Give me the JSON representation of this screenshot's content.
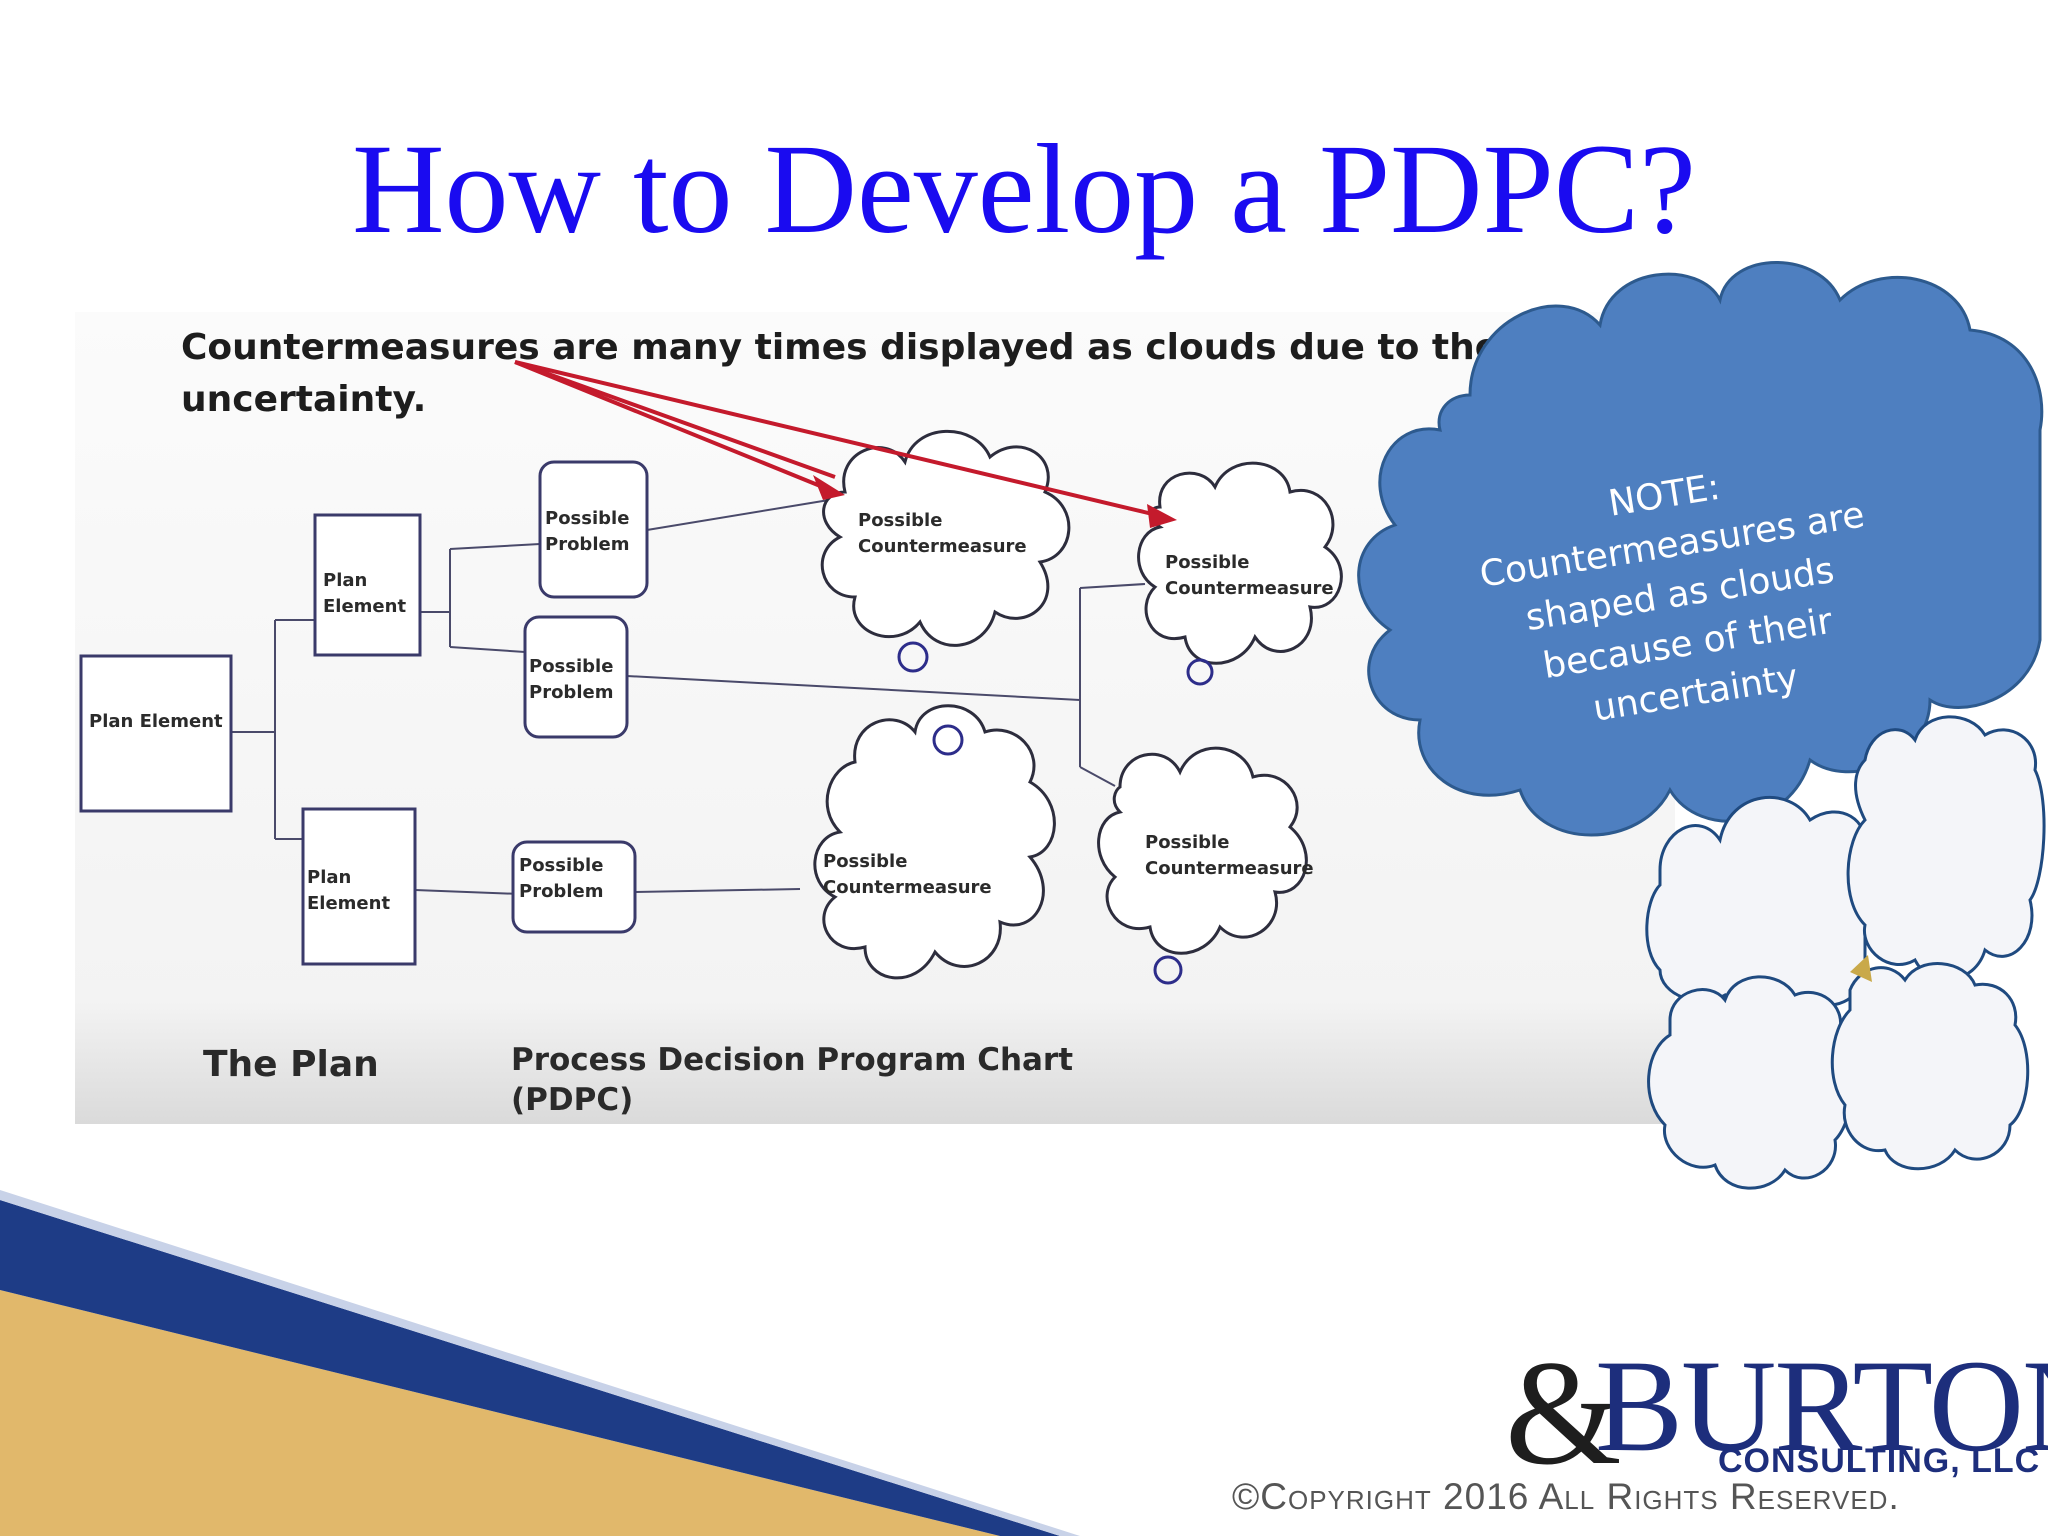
{
  "slide": {
    "title": "How to Develop a PDPC?"
  },
  "diagram": {
    "intro_line1": "Countermeasures are many times displayed as clouds due to their",
    "intro_line2": "uncertainty.",
    "root": "Plan Element",
    "plan_element_1": "Plan\nElement",
    "plan_element_2": "Plan\nElement",
    "problem_1": "Possible\nProblem",
    "problem_2": "Possible\nProblem",
    "problem_3": "Possible\nProblem",
    "countermeasure_1": "Possible\nCountermeasure",
    "countermeasure_2": "Possible\nCountermeasure",
    "countermeasure_3": "Possible\nCountermeasure",
    "countermeasure_4": "Possible\nCountermeasure",
    "footer_left": "The Plan",
    "footer_right_line1": "Process Decision Program Chart",
    "footer_right_line2": "(PDPC)",
    "arrow_color": "#c41a2c",
    "box_color": "#3a3a6a"
  },
  "note": {
    "text": "NOTE:\nCountermeasures are\nshaped as clouds\nbecause of their\nuncertainty",
    "fill_color": "#4e7fc0",
    "stroke_color": "#2d5a8e"
  },
  "logo": {
    "ampersand": "&",
    "word": "BURTON",
    "sub": "CONSULTING, LLC"
  },
  "copyright": "©Copyright 2016 All Rights Reserved."
}
